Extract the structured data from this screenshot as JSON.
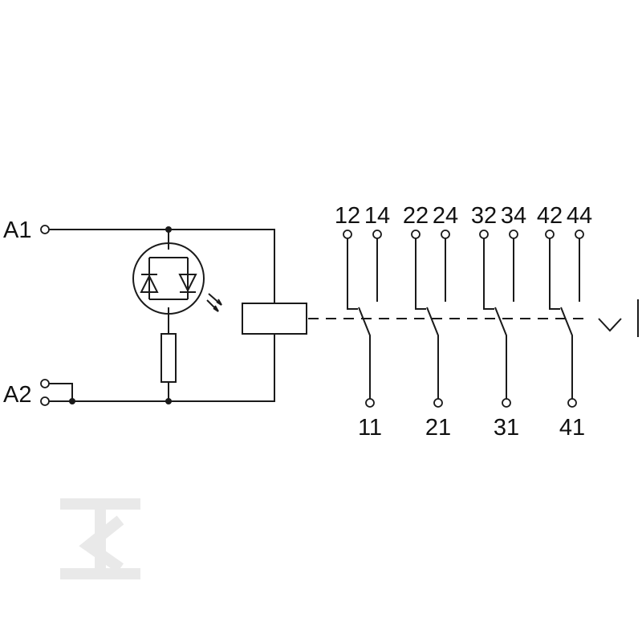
{
  "terminals": {
    "a1": "A1",
    "a2": "A2"
  },
  "contacts": [
    {
      "nc": "12",
      "no": "14",
      "com": "11"
    },
    {
      "nc": "22",
      "no": "24",
      "com": "21"
    },
    {
      "nc": "32",
      "no": "34",
      "com": "31"
    },
    {
      "nc": "42",
      "no": "44",
      "com": "41"
    }
  ],
  "colors": {
    "line": "#1a1a1a",
    "background": "#ffffff",
    "watermark": "#e9e9e9"
  },
  "icons": [
    "bidirectional-led-icon",
    "light-emission-arrows-icon",
    "resistor-icon",
    "relay-coil-icon",
    "watermark-logo"
  ]
}
